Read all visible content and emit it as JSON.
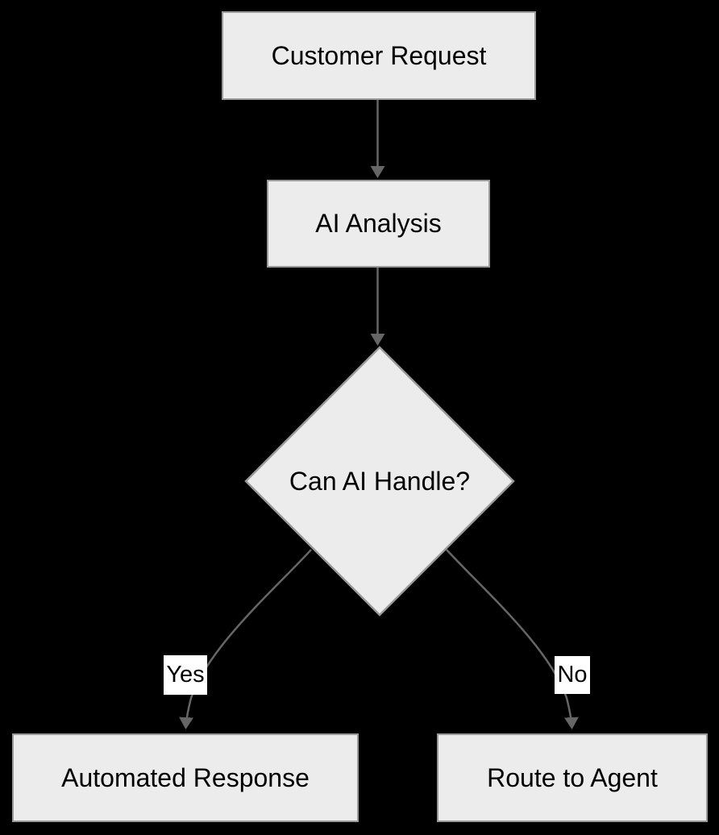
{
  "diagram": {
    "type": "flowchart",
    "direction": "top-down",
    "colors": {
      "background": "#000000",
      "node_fill": "#ececec",
      "node_border": "#999999",
      "edge": "#666666",
      "node_text": "#000000",
      "edge_label_bg": "#ffffff",
      "edge_label_text": "#000000"
    },
    "nodes": [
      {
        "id": "customer_request",
        "label": "Customer Request",
        "shape": "rectangle"
      },
      {
        "id": "ai_analysis",
        "label": "AI Analysis",
        "shape": "rectangle"
      },
      {
        "id": "can_ai_handle",
        "label": "Can AI Handle?",
        "shape": "diamond"
      },
      {
        "id": "automated_response",
        "label": "Automated Response",
        "shape": "rectangle"
      },
      {
        "id": "route_to_agent",
        "label": "Route to Agent",
        "shape": "rectangle"
      }
    ],
    "edges": [
      {
        "from": "customer_request",
        "to": "ai_analysis",
        "label": ""
      },
      {
        "from": "ai_analysis",
        "to": "can_ai_handle",
        "label": ""
      },
      {
        "from": "can_ai_handle",
        "to": "automated_response",
        "label": "Yes"
      },
      {
        "from": "can_ai_handle",
        "to": "route_to_agent",
        "label": "No"
      }
    ]
  }
}
